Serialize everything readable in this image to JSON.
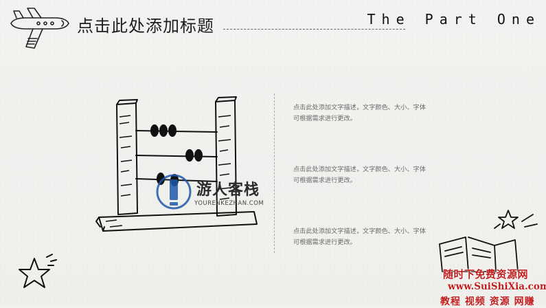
{
  "header": {
    "title": "点击此处添加标题",
    "part_label": "The Part One"
  },
  "content": {
    "blocks": [
      {
        "line1": "点击此处添加文字描述，文字颜色、大小、字体",
        "line2": "可根据需求进行更改。"
      },
      {
        "line1": "点击此处添加文字描述，文字颜色、大小、字体",
        "line2": "可根据需求进行更改。"
      },
      {
        "line1": "点击此处添加文字描述，文字颜色、大小、字体",
        "line2": "可根据需求进行更改。"
      }
    ]
  },
  "watermarks": {
    "center_title": "游人客栈",
    "center_sub": "YOURENKEZHAN.COM",
    "corner_line1": "随时下免费资源网",
    "corner_line2": "www.SuiShiXia.com",
    "corner_line3": "教程 视频 资源 网赚"
  },
  "icons": [
    "airplane-icon",
    "abacus-illustration",
    "star-icon",
    "book-doodle-icon",
    "watermark-logo-icon"
  ]
}
